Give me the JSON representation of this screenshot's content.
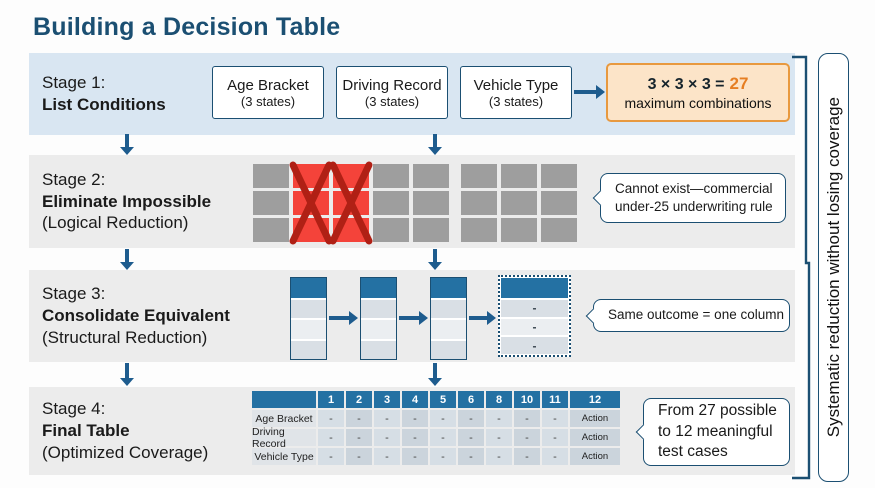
{
  "title": "Building a Decision Table",
  "side_label": "Systematic reduction without losing coverage",
  "stages": [
    {
      "line1": "Stage 1:",
      "line2": "List Conditions",
      "line3": ""
    },
    {
      "line1": "Stage 2:",
      "line2": "Eliminate Impossible",
      "line3": "(Logical Reduction)"
    },
    {
      "line1": "Stage 3:",
      "line2": "Consolidate Equivalent",
      "line3": "(Structural Reduction)"
    },
    {
      "line1": "Stage 4:",
      "line2": "Final Table",
      "line3": "(Optimized Coverage)"
    }
  ],
  "stage1": {
    "conditions": [
      {
        "name": "Age Bracket",
        "states": "(3 states)"
      },
      {
        "name": "Driving Record",
        "states": "(3 states)"
      },
      {
        "name": "Vehicle Type",
        "states": "(3 states)"
      }
    ],
    "formula": {
      "expression": "3 × 3 × 3 =",
      "result": "27",
      "caption": "maximum combinations"
    }
  },
  "stage2": {
    "grid": {
      "rows": 3,
      "columns": [
        "gray",
        "red",
        "red",
        "gray",
        "gray",
        "gray",
        "gray",
        "gray"
      ]
    },
    "callout": [
      "Cannot exist—commercial",
      "under-25 underwriting rule"
    ]
  },
  "stage3": {
    "merged_cell_text": "-",
    "callout": "Same outcome = one column"
  },
  "stage4": {
    "table": {
      "column_headers": [
        "",
        "1",
        "2",
        "3",
        "4",
        "5",
        "6",
        "8",
        "10",
        "11",
        "12"
      ],
      "rows": [
        {
          "label": "Age Bracket",
          "values": [
            "-",
            "-",
            "-",
            "-",
            "-",
            "-",
            "-",
            "-",
            "-",
            "Action"
          ]
        },
        {
          "label": "Driving Record",
          "values": [
            "-",
            "-",
            "-",
            "-",
            "-",
            "-",
            "-",
            "-",
            "-",
            "Action"
          ]
        },
        {
          "label": "Vehicle Type",
          "values": [
            "-",
            "-",
            "-",
            "-",
            "-",
            "-",
            "-",
            "-",
            "-",
            "Action"
          ]
        }
      ]
    },
    "callout": [
      "From 27 possible",
      "to 12 meaningful",
      "test cases"
    ]
  },
  "colors": {
    "title_blue": "#1b4f72",
    "header_blue": "#2471a3",
    "stage1_band": "#d9e6f2",
    "gray_band": "#ececec",
    "gray_cell": "#9e9e9e",
    "red_cell": "#f4433a",
    "red_x": "#b02015",
    "orange_bg": "#fce4c8",
    "orange_border": "#e8993f",
    "orange_result": "#e67e22"
  }
}
